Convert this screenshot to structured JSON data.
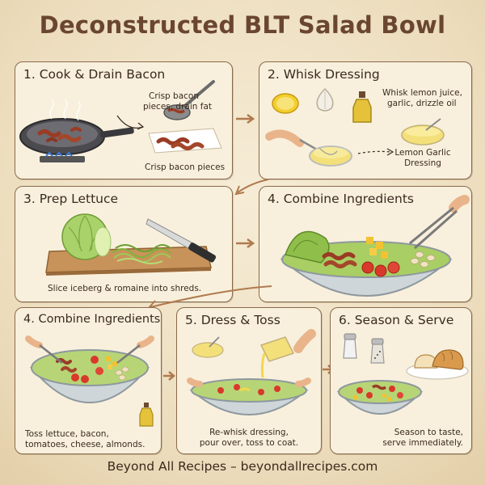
{
  "title": "Deconstructed BLT Salad Bowl",
  "steps": [
    {
      "heading": "1. Cook & Drain Bacon",
      "captions": [
        "Crisp bacon",
        "pieces, drain fat",
        "Crisp bacon pieces"
      ]
    },
    {
      "heading": "2. Whisk Dressing",
      "captions": [
        "Whisk lemon juice,",
        "garlic, drizzle oil",
        "Lemon Garlic",
        "Dressing"
      ]
    },
    {
      "heading": "3. Prep Lettuce",
      "captions": [
        "Slice iceberg & romaine into shreds."
      ]
    },
    {
      "heading": "4. Combine Ingredients",
      "captions": []
    },
    {
      "heading": "4. Combine Ingredients",
      "captions": [
        "Toss lettuce, bacon,",
        "tomatoes, cheese, almonds."
      ]
    },
    {
      "heading": "5. Dress & Toss",
      "captions": [
        "Re-whisk dressing,",
        "pour over, toss to coat."
      ]
    },
    {
      "heading": "6. Season & Serve",
      "captions": [
        "Season to taste,",
        "serve immediately."
      ]
    }
  ],
  "footer": "Beyond All Recipes – beyondallrecipes.com",
  "colors": {
    "accent": "#6a4630",
    "border": "#8a6a4c",
    "arrow": "#b07a4e",
    "bacon": "#9a3b24",
    "lettuce": "#8fbf4a",
    "tomato": "#d8392b",
    "cheese": "#f2c230",
    "dressing": "#f3e07a"
  },
  "icons": [
    "pan-icon",
    "bacon-icon",
    "lemon-icon",
    "garlic-icon",
    "oil-bottle-icon",
    "whisk-icon",
    "lettuce-icon",
    "knife-icon",
    "bowl-icon",
    "tongs-icon",
    "salt-shaker-icon",
    "pepper-shaker-icon",
    "bread-icon"
  ]
}
